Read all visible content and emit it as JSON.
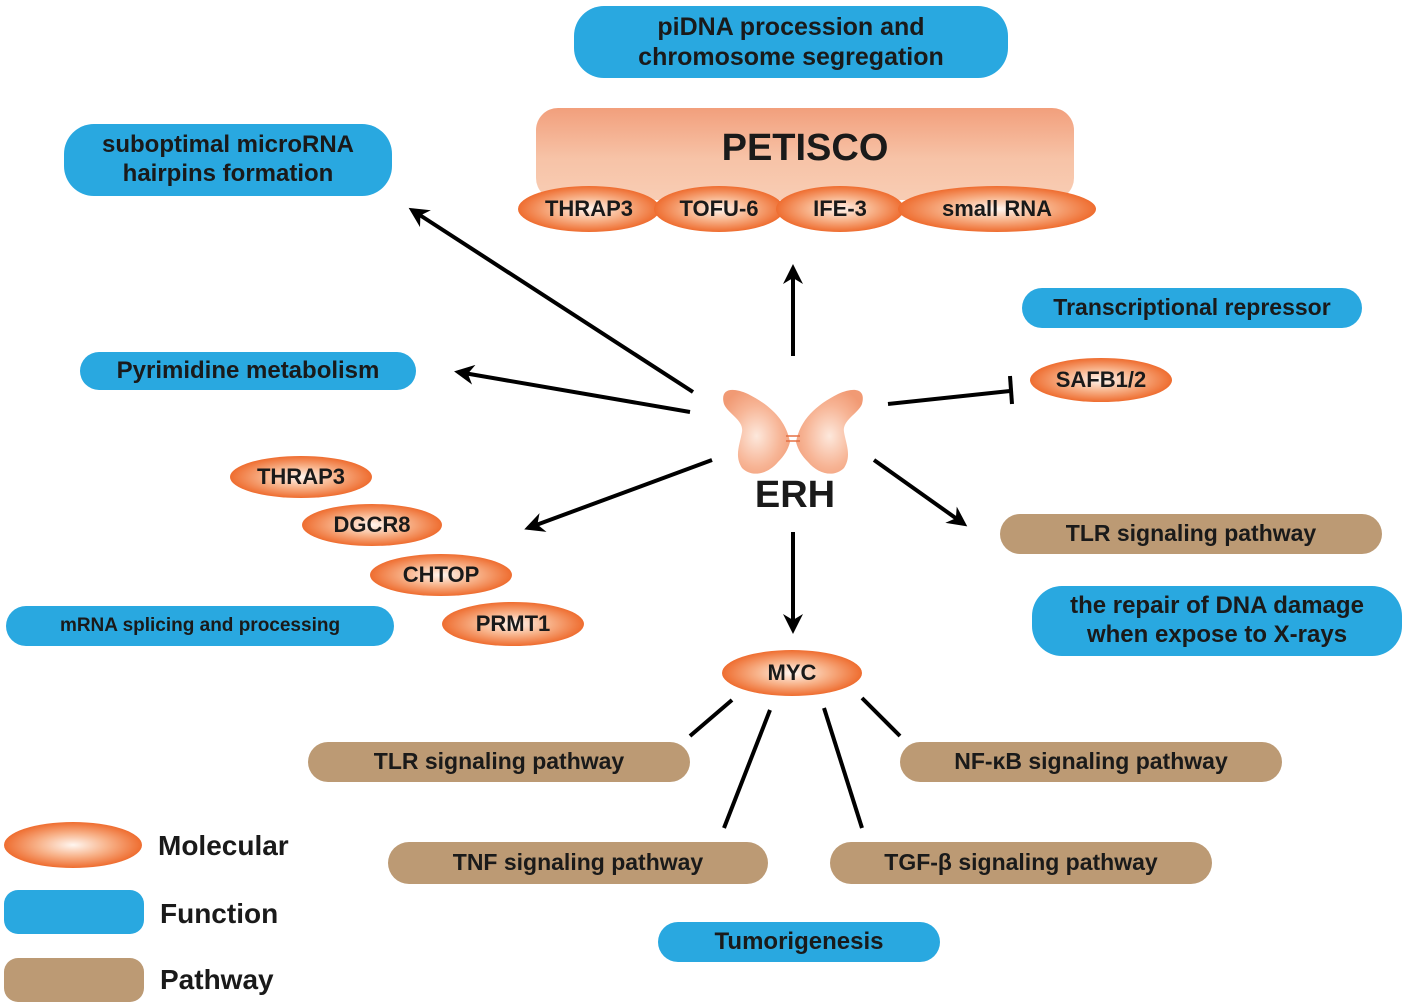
{
  "colors": {
    "function": "#29a8e0",
    "pathway": "#bc9a74",
    "molecular": "#ee6a2c",
    "petisco": "#f7c3a7",
    "line": "#000000"
  },
  "center": {
    "label": "ERH"
  },
  "complex": {
    "title": "PETISCO",
    "members": [
      "THRAP3",
      "TOFU-6",
      "IFE-3",
      "small RNA"
    ]
  },
  "functions": {
    "pidna": "piDNA procession and chromosome segregation",
    "microrna": "suboptimal microRNA hairpins formation",
    "pyrimidine": "Pyrimidine metabolism",
    "repressor": "Transcriptional repressor",
    "splicing": "mRNA splicing and processing",
    "dna_repair": "the repair of DNA damage when expose to X-rays",
    "tumorigenesis": "Tumorigenesis"
  },
  "molecules": {
    "safb": "SAFB1/2",
    "thrap3": "THRAP3",
    "dgcr8": "DGCR8",
    "chtop": "CHTOP",
    "prmt1": "PRMT1",
    "myc": "MYC"
  },
  "pathways": {
    "tlr_right": "TLR signaling pathway",
    "tlr_left": "TLR signaling pathway",
    "nfkb": "NF-κB signaling pathway",
    "tnf": "TNF signaling pathway",
    "tgfb": "TGF-β signaling pathway"
  },
  "legend": {
    "molecular": "Molecular",
    "function": "Function",
    "pathway": "Pathway"
  }
}
